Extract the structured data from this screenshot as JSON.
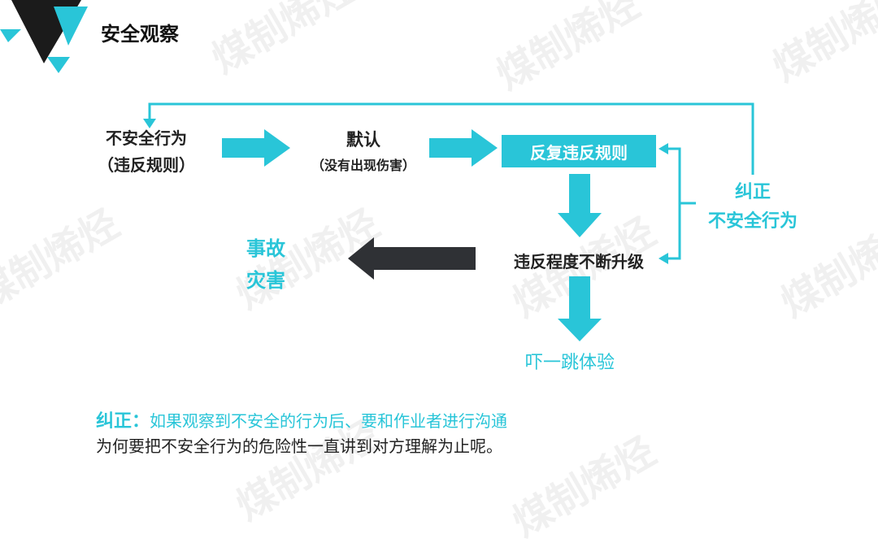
{
  "slide": {
    "title": "安全观察"
  },
  "watermark": {
    "text": "煤制烯烃",
    "color": "#aaaaaa"
  },
  "flow": {
    "unsafe_behavior": {
      "line1": "不安全行为",
      "line2": "（违反规则）"
    },
    "acquiesce": {
      "line1": "默认",
      "line2": "（没有出现伤害）"
    },
    "repeated_violation": "反复违反规则",
    "escalation": "违反程度不断升级",
    "accident": {
      "line1": "事故",
      "line2": "灾害"
    },
    "scare": "吓一跳体验",
    "correct": {
      "line1": "纠正",
      "line2": "不安全行为"
    }
  },
  "note": {
    "label": "纠正：",
    "line1": "如果观察到不安全的行为后、要和作业者进行沟通",
    "line2": "为何要把不安全行为的危险性一直讲到对方理解为止呢。"
  },
  "colors": {
    "accent": "#29c5d8",
    "dark_arrow": "#2f3135",
    "text": "#222222"
  }
}
